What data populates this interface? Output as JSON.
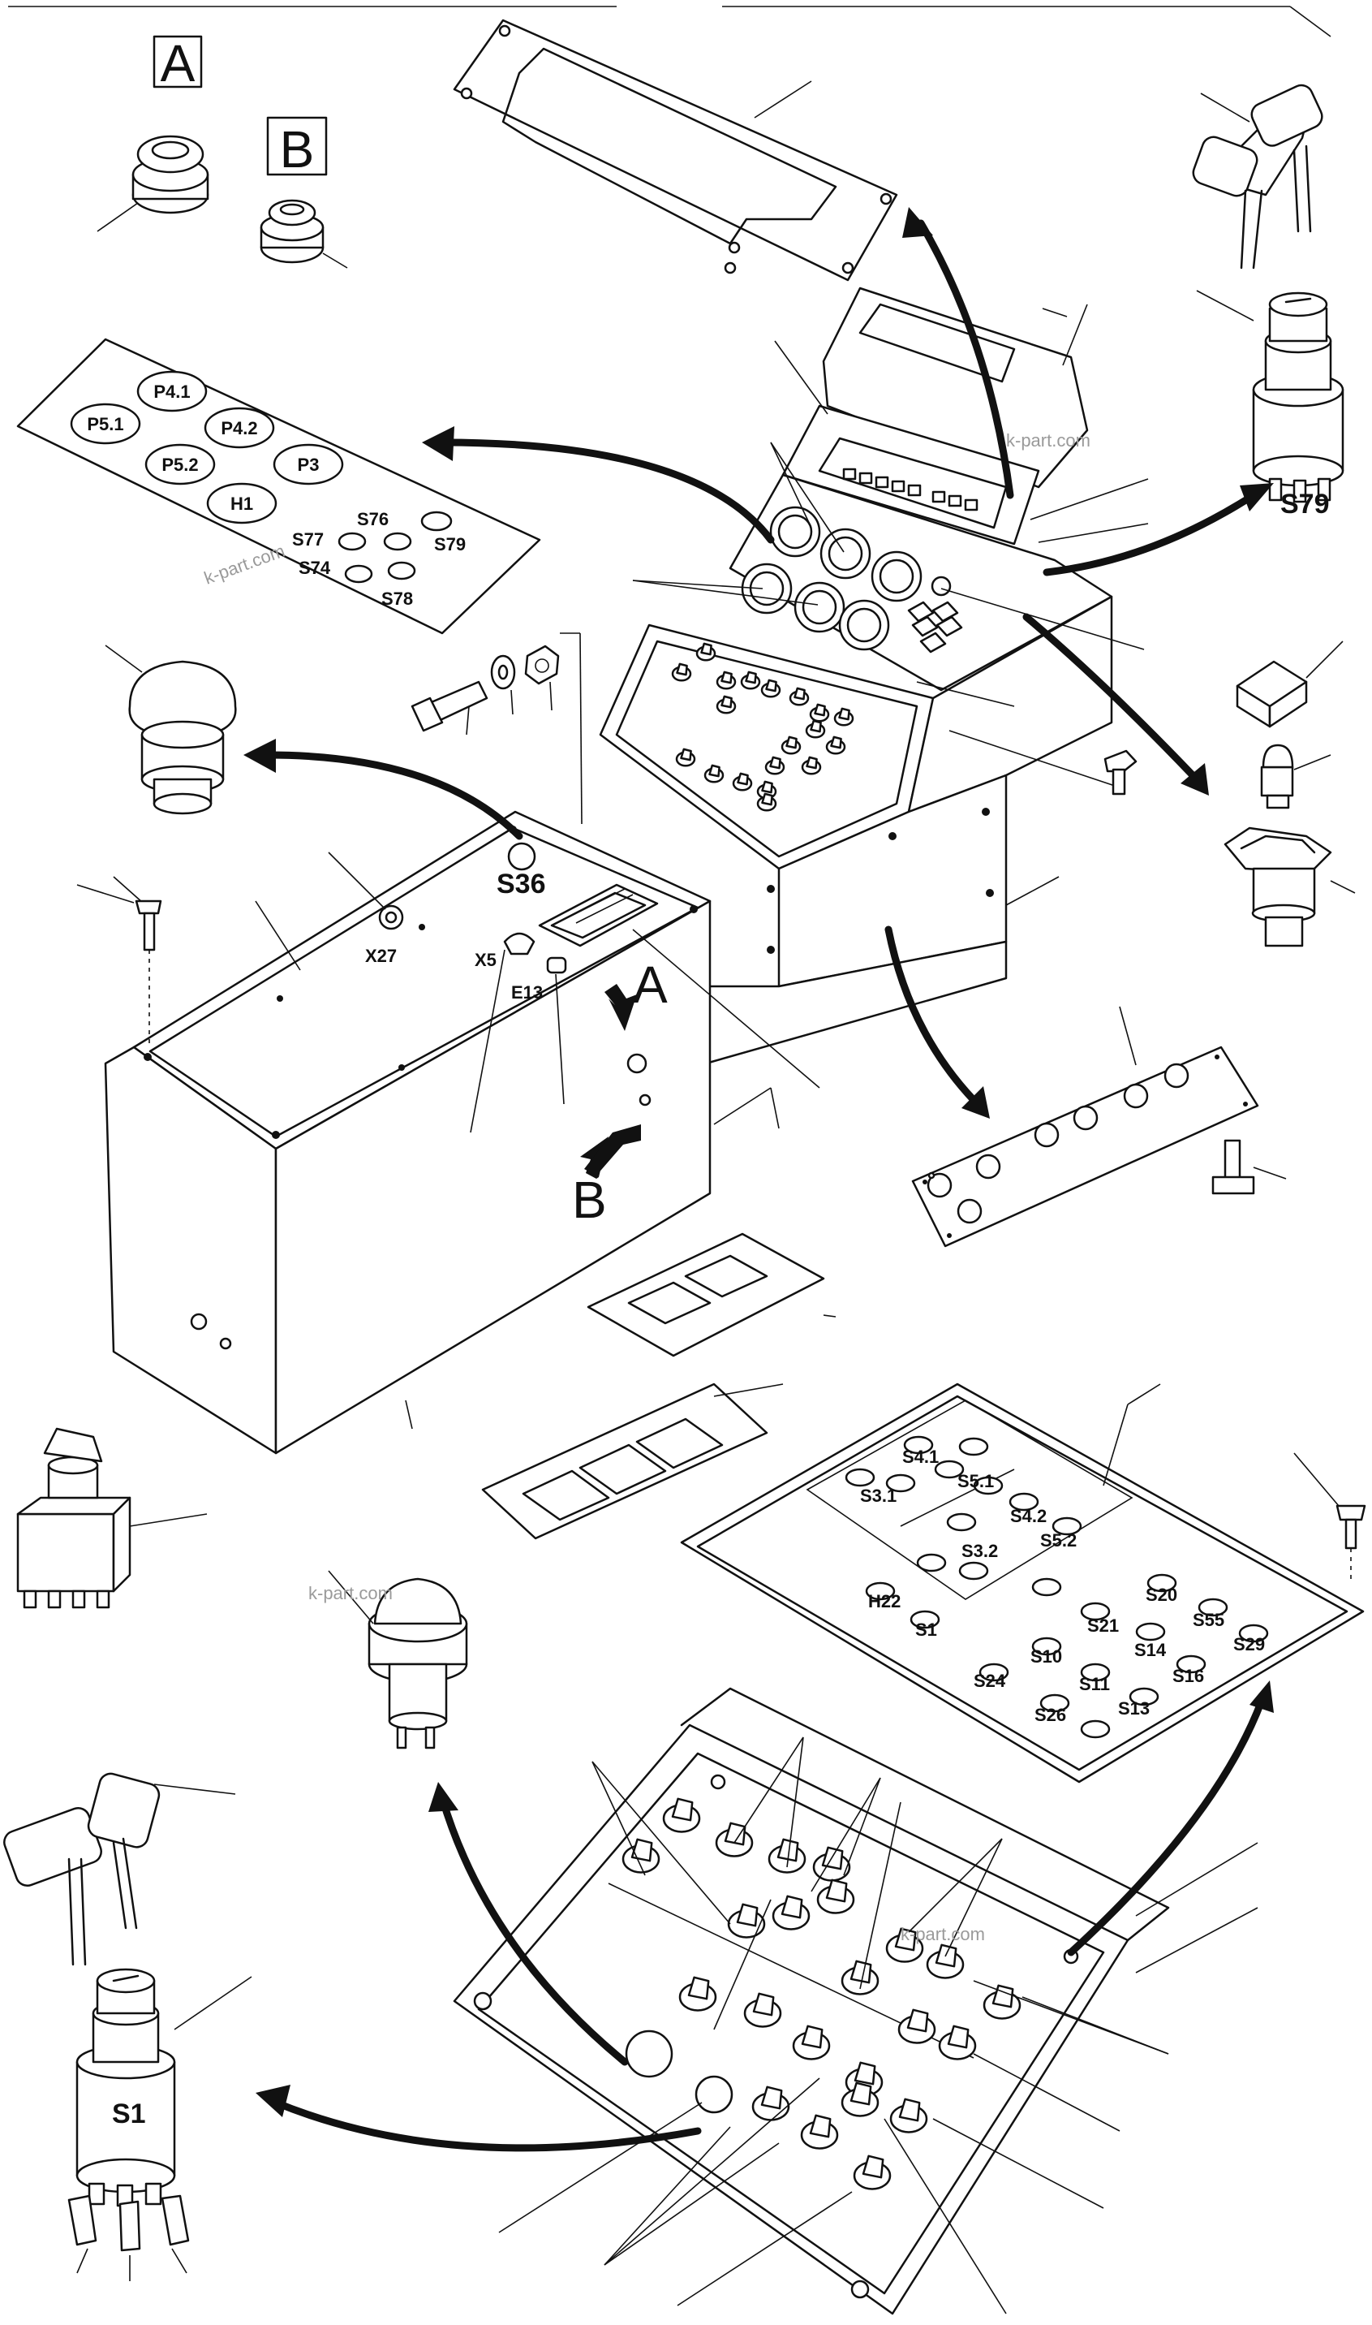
{
  "diagram": {
    "view_markers": {
      "a": "A",
      "b": "B"
    },
    "panel_labels": [
      "P4.1",
      "P5.1",
      "P4.2",
      "P5.2",
      "P3",
      "H1",
      "S77",
      "S76",
      "S79",
      "S74",
      "S78"
    ],
    "callouts": {
      "ignition_switch_top": "S79",
      "knob_cap": "S36",
      "connector_x27": "X27",
      "connector_x5": "X5",
      "lamp_e13": "E13",
      "ignition_switch_bottom": "S1"
    },
    "switch_panel_labels": [
      "S4.1",
      "S5.1",
      "S3.1",
      "S4.2",
      "S5.2",
      "S3.2",
      "H22",
      "S1",
      "S20",
      "S21",
      "S55",
      "S14",
      "S29",
      "S10",
      "S11",
      "S16",
      "S24",
      "S13",
      "S26"
    ],
    "watermark": "k-part.com"
  }
}
